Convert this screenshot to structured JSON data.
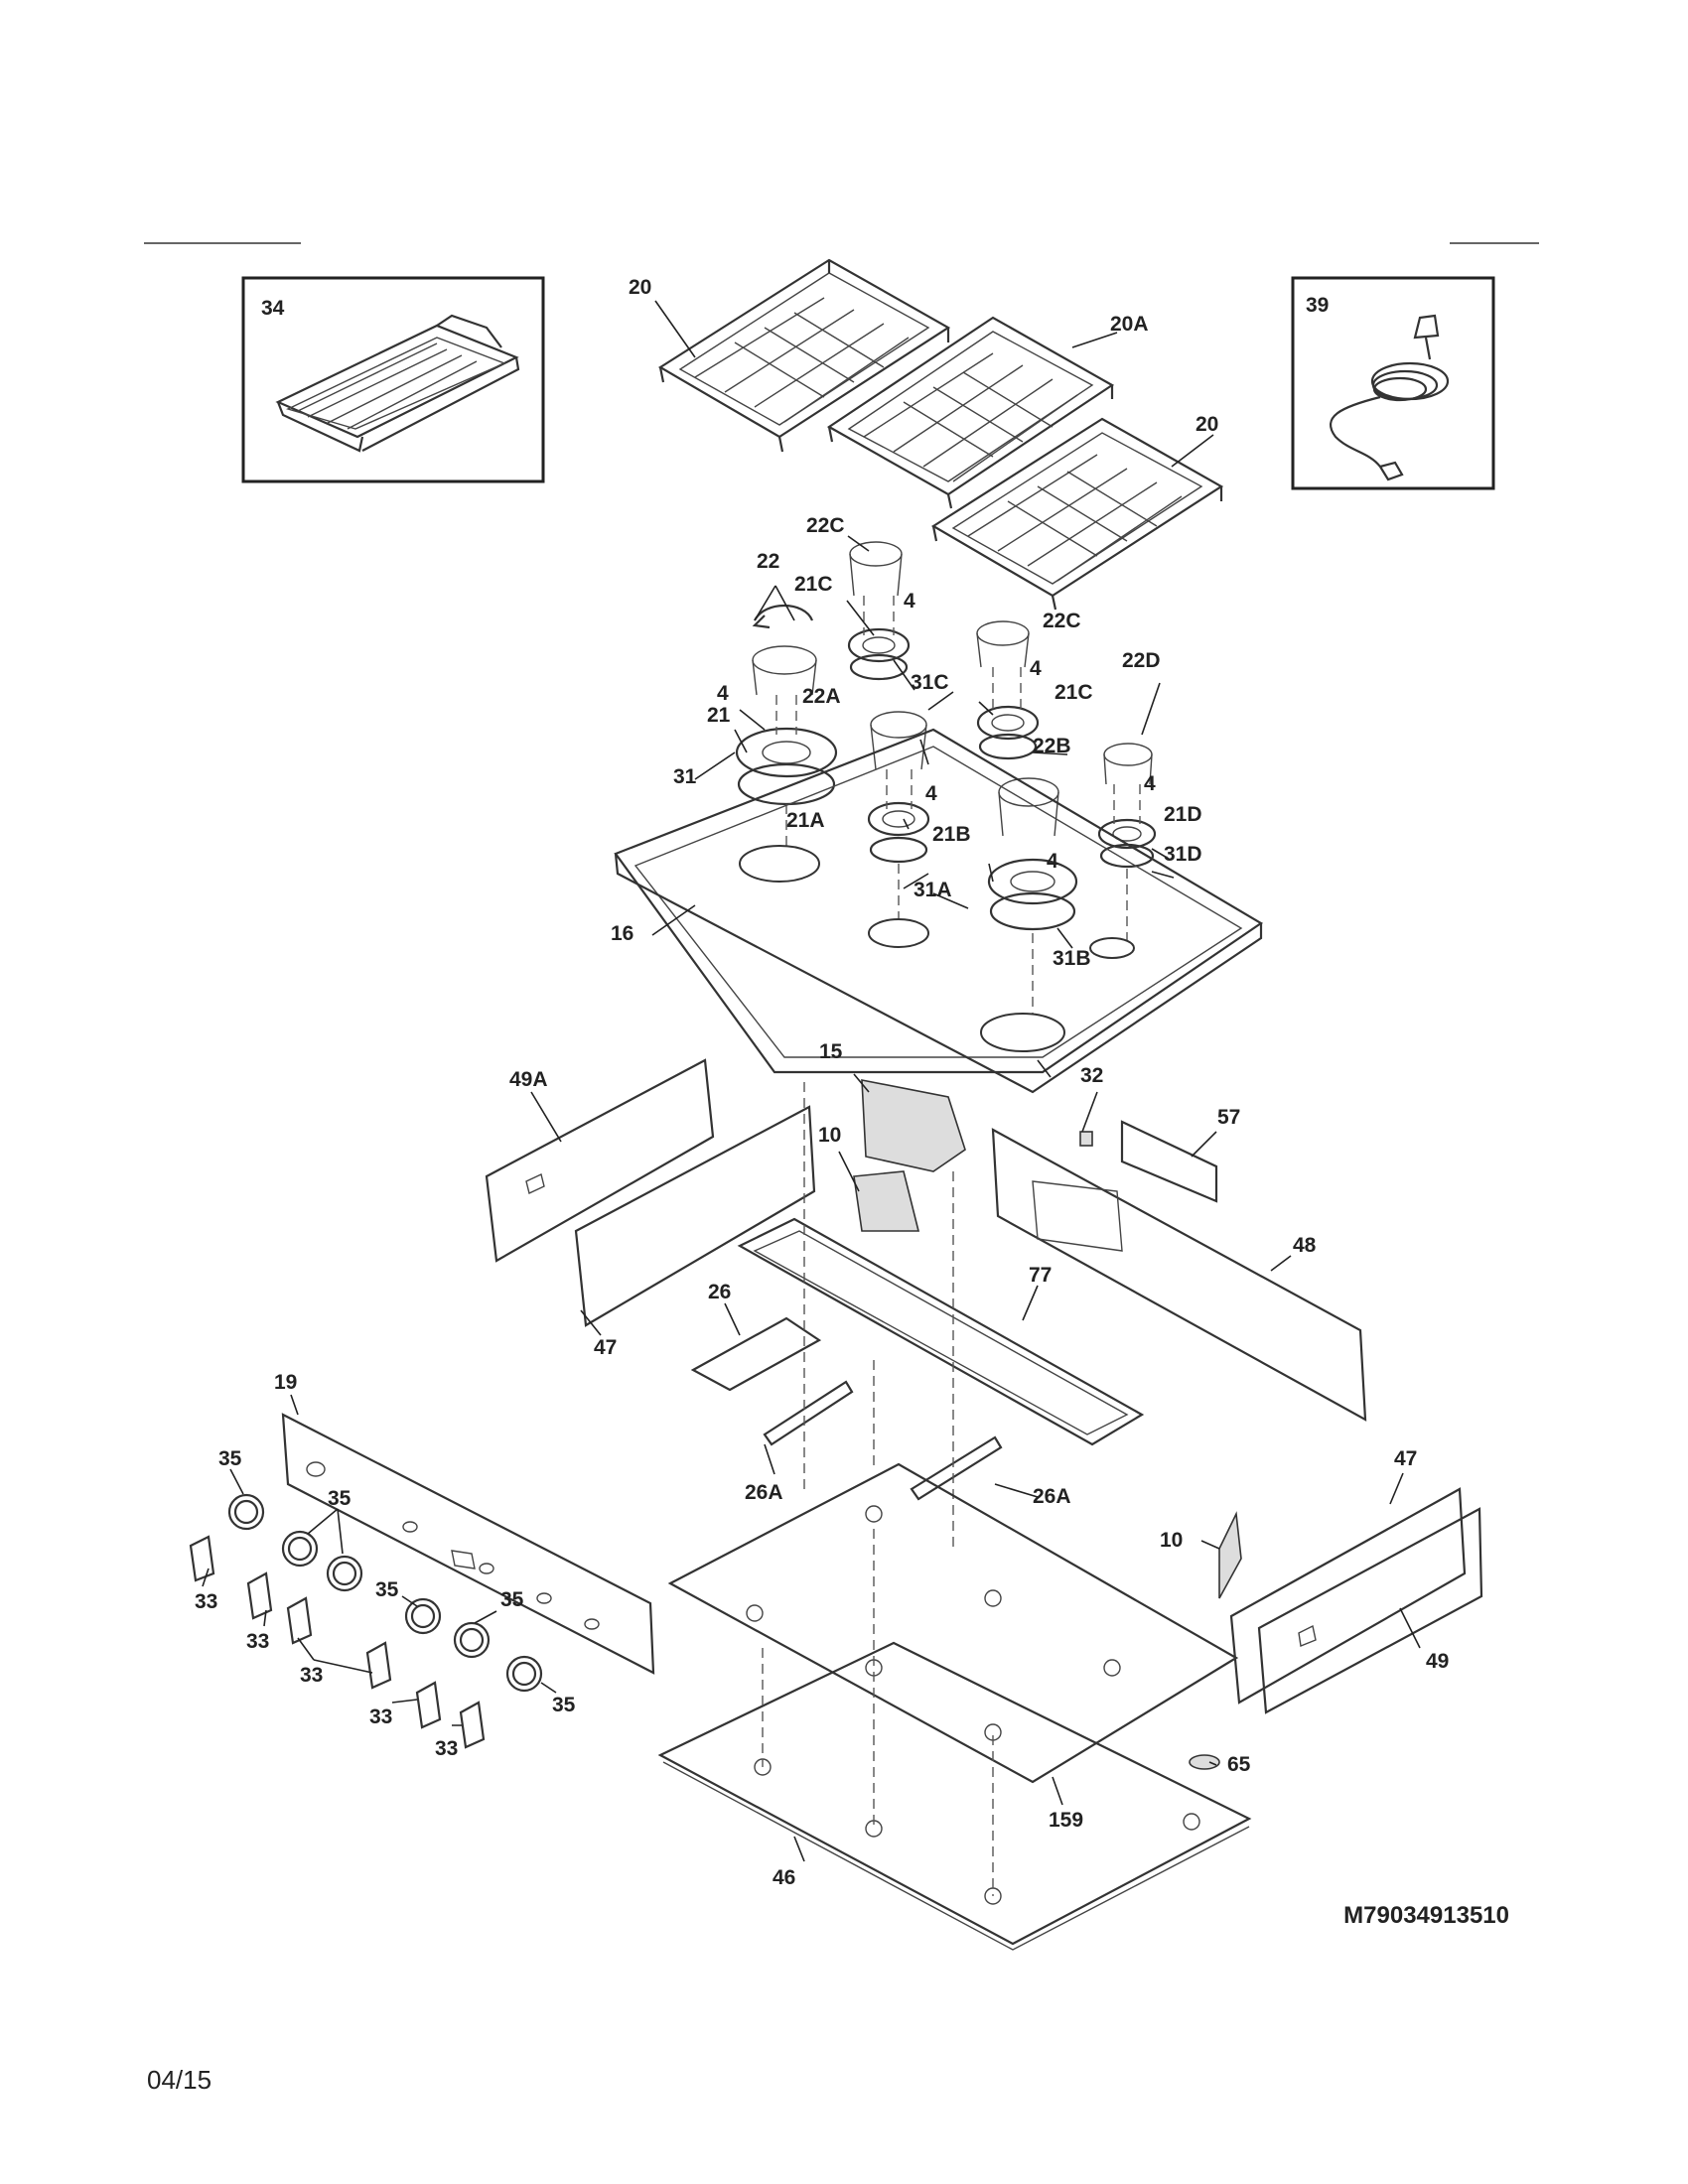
{
  "labels": {
    "l34": "34",
    "l39": "39",
    "l20a": "20",
    "l20b": "20A",
    "l20c": "20",
    "l22c1": "22C",
    "l22": "22",
    "l4a": "4",
    "l21c1": "21C",
    "l22c2": "22C",
    "l4b": "4",
    "l31c": "31C",
    "l21c2": "21C",
    "l22d": "22D",
    "l4c": "4",
    "l21": "21",
    "l22a": "22A",
    "l31": "31",
    "l22b": "22B",
    "l4d": "4",
    "l4e": "4",
    "l21a": "21A",
    "l21b": "21B",
    "l21d": "21D",
    "l4f": "4",
    "l31d": "31D",
    "l31a": "31A",
    "l16": "16",
    "l31b": "31B",
    "l15": "15",
    "l32": "32",
    "l49a": "49A",
    "l10a": "10",
    "l57": "57",
    "l48": "48",
    "l26": "26",
    "l77": "77",
    "l47a": "47",
    "l19": "19",
    "l35a": "35",
    "l35b": "35",
    "l35c": "35",
    "l35d": "35",
    "l35e": "35",
    "l33a": "33",
    "l33b": "33",
    "l33c": "33",
    "l33d": "33",
    "l33e": "33",
    "l26a1": "26A",
    "l26a2": "26A",
    "l47b": "47",
    "l10b": "10",
    "l49": "49",
    "l65": "65",
    "l159": "159",
    "l46": "46"
  },
  "footer": {
    "model_code": "M79034913510",
    "date_code": "04/15"
  }
}
